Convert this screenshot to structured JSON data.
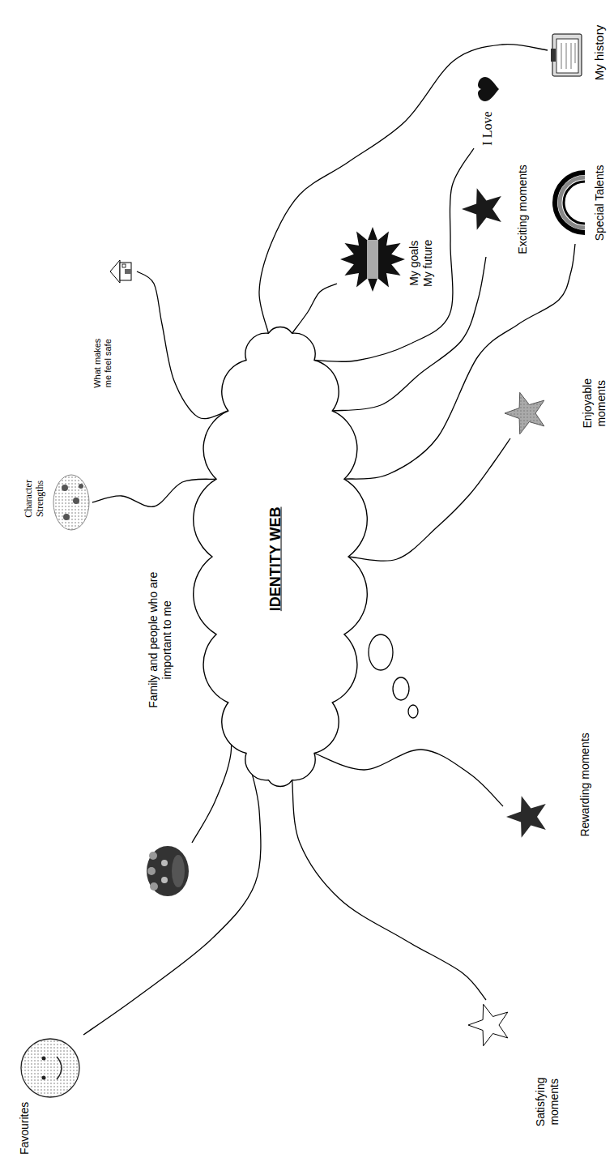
{
  "diagram": {
    "nodes": [
      {
        "text": [
          "IDENTITY WEB"
        ]
      },
      {
        "text": [
          "Character Strengths"
        ]
      },
      {
        "text": [
          "What makes me feel safe"
        ]
      },
      {
        "text": [
          "My goals My future"
        ]
      },
      {
        "text": [
          "I Love"
        ]
      },
      {
        "text": [
          "My history"
        ]
      },
      {
        "text": [
          "Special Talents"
        ]
      },
      {
        "text": [
          "Exciting moments"
        ]
      },
      {
        "text": [
          "Enjoyable moments"
        ]
      },
      {
        "text": [
          "Rewarding moments"
        ]
      },
      {
        "text": [
          "Satisfying moments"
        ]
      },
      {
        "text": [
          "Favourites"
        ]
      },
      {
        "text": [
          "Family and people who are important to me"
        ]
      }
    ],
    "edges": [
      {
        "from": 0,
        "to": 1,
        "arrow": "none"
      },
      {
        "from": 0,
        "to": 2,
        "arrow": "none"
      },
      {
        "from": 0,
        "to": 3,
        "arrow": "none"
      },
      {
        "from": 0,
        "to": 4,
        "arrow": "none"
      },
      {
        "from": 0,
        "to": 5,
        "arrow": "none"
      },
      {
        "from": 0,
        "to": 6,
        "arrow": "none"
      },
      {
        "from": 0,
        "to": 7,
        "arrow": "none"
      },
      {
        "from": 0,
        "to": 8,
        "arrow": "none"
      },
      {
        "from": 0,
        "to": 9,
        "arrow": "none"
      },
      {
        "from": 0,
        "to": 10,
        "arrow": "none"
      },
      {
        "from": 0,
        "to": 11,
        "arrow": "none"
      },
      {
        "from": 0,
        "to": 12,
        "arrow": "none"
      }
    ]
  }
}
